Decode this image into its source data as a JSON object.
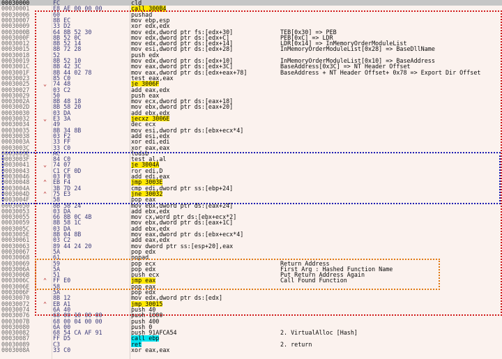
{
  "rows": [
    {
      "addr": "00030000",
      "arrow": "",
      "bytes": "FC",
      "instr": "cld",
      "cmt": ""
    },
    {
      "addr": "00030001",
      "arrow": "",
      "bytes": "E8 AE 00 00 00",
      "instr": "call 300B4",
      "cmt": ""
    },
    {
      "addr": "00030006",
      "arrow": "",
      "bytes": "60",
      "instr": "pushad",
      "cmt": ""
    },
    {
      "addr": "00030007",
      "arrow": "",
      "bytes": "8B EC",
      "instr": "mov ebp,esp",
      "cmt": ""
    },
    {
      "addr": "00030009",
      "arrow": "",
      "bytes": "33 D2",
      "instr": "xor edx,edx",
      "cmt": ""
    },
    {
      "addr": "0003000B",
      "arrow": "",
      "bytes": "64 8B 52 30",
      "instr": "mov edx,dword ptr fs:[edx+30]",
      "cmt": "TEB[0x30] => PEB"
    },
    {
      "addr": "0003000F",
      "arrow": "",
      "bytes": "8B 52 0C",
      "instr": "mov edx,dword ptr ds:[edx+C]",
      "cmt": "PEB[0xC] => LDR"
    },
    {
      "addr": "00030012",
      "arrow": "",
      "bytes": "8B 52 14",
      "instr": "mov edx,dword ptr ds:[edx+14]",
      "cmt": "LDR[0x14] => InMemoryOrderModuleList"
    },
    {
      "addr": "00030015",
      "arrow": "",
      "bytes": "8B 72 28",
      "instr": "mov esi,dword ptr ds:[edx+28]",
      "cmt": "InMemoryOrderModuleList[0x28] => BaseDllName"
    },
    {
      "addr": "00030018",
      "arrow": "",
      "bytes": "52",
      "instr": "push edx",
      "cmt": ""
    },
    {
      "addr": "00030019",
      "arrow": "",
      "bytes": "8B 52 10",
      "instr": "mov edx,dword ptr ds:[edx+10]",
      "cmt": "InMemoryOrderModuleList[0x10] => BaseAddress"
    },
    {
      "addr": "0003001C",
      "arrow": "",
      "bytes": "8B 42 3C",
      "instr": "mov eax,dword ptr ds:[edx+3C]",
      "cmt": "BaseAddress[0x3C] => NT Header Offset"
    },
    {
      "addr": "0003001F",
      "arrow": "",
      "bytes": "8B 44 02 78",
      "instr": "mov eax,dword ptr ds:[edx+eax+78]",
      "cmt": "BaseAddress + NT Header Offset+ 0x78 => Export Dir Offset"
    },
    {
      "addr": "00030023",
      "arrow": "",
      "bytes": "85 C0",
      "instr": "test eax,eax",
      "cmt": ""
    },
    {
      "addr": "00030025",
      "arrow": "v",
      "bytes": "74 48",
      "instr": "je 3006F",
      "cmt": ""
    },
    {
      "addr": "00030027",
      "arrow": "",
      "bytes": "03 C2",
      "instr": "add eax,edx",
      "cmt": ""
    },
    {
      "addr": "00030029",
      "arrow": "",
      "bytes": "50",
      "instr": "push eax",
      "cmt": ""
    },
    {
      "addr": "0003002A",
      "arrow": "",
      "bytes": "8B 48 18",
      "instr": "mov ecx,dword ptr ds:[eax+18]",
      "cmt": ""
    },
    {
      "addr": "0003002D",
      "arrow": "",
      "bytes": "8B 58 20",
      "instr": "mov ebx,dword ptr ds:[eax+20]",
      "cmt": ""
    },
    {
      "addr": "00030030",
      "arrow": "",
      "bytes": "03 DA",
      "instr": "add ebx,edx",
      "cmt": ""
    },
    {
      "addr": "00030032",
      "arrow": "v",
      "bytes": "E3 3A",
      "instr": "jecxz 3006E",
      "cmt": ""
    },
    {
      "addr": "00030034",
      "arrow": "",
      "bytes": "49",
      "instr": "dec ecx",
      "cmt": ""
    },
    {
      "addr": "00030035",
      "arrow": "",
      "bytes": "8B 34 8B",
      "instr": "mov esi,dword ptr ds:[ebx+ecx*4]",
      "cmt": ""
    },
    {
      "addr": "00030038",
      "arrow": "",
      "bytes": "03 F2",
      "instr": "add esi,edx",
      "cmt": ""
    },
    {
      "addr": "0003003A",
      "arrow": "",
      "bytes": "33 FF",
      "instr": "xor edi,edi",
      "cmt": ""
    },
    {
      "addr": "0003003C",
      "arrow": "",
      "bytes": "33 C0",
      "instr": "xor eax,eax",
      "cmt": ""
    },
    {
      "addr": "0003003E",
      "arrow": "",
      "bytes": "AC",
      "instr": "lodsb",
      "cmt": ""
    },
    {
      "addr": "0003003F",
      "arrow": "",
      "bytes": "84 C0",
      "instr": "test al,al",
      "cmt": ""
    },
    {
      "addr": "00030041",
      "arrow": "v",
      "bytes": "74 07",
      "instr": "je 3004A",
      "cmt": ""
    },
    {
      "addr": "00030043",
      "arrow": "",
      "bytes": "C1 CF 0D",
      "instr": "ror edi,D",
      "cmt": ""
    },
    {
      "addr": "00030046",
      "arrow": "",
      "bytes": "03 F8",
      "instr": "add edi,eax",
      "cmt": ""
    },
    {
      "addr": "00030048",
      "arrow": "^",
      "bytes": "EB F4",
      "instr": "jmp 3003E",
      "cmt": ""
    },
    {
      "addr": "0003004A",
      "arrow": "",
      "bytes": "3B 7D 24",
      "instr": "cmp edi,dword ptr ss:[ebp+24]",
      "cmt": ""
    },
    {
      "addr": "0003004D",
      "arrow": "^",
      "bytes": "75 E3",
      "instr": "jne 30032",
      "cmt": ""
    },
    {
      "addr": "0003004F",
      "arrow": "",
      "bytes": "58",
      "instr": "pop eax",
      "cmt": ""
    },
    {
      "addr": "00030050",
      "arrow": "",
      "bytes": "8B 58 24",
      "instr": "mov ebx,dword ptr ds:[eax+24]",
      "cmt": ""
    },
    {
      "addr": "00030053",
      "arrow": "",
      "bytes": "03 DA",
      "instr": "add ebx,edx",
      "cmt": ""
    },
    {
      "addr": "00030055",
      "arrow": "",
      "bytes": "66 8B 0C 4B",
      "instr": "mov cx,word ptr ds:[ebx+ecx*2]",
      "cmt": ""
    },
    {
      "addr": "00030059",
      "arrow": "",
      "bytes": "8B 58 1C",
      "instr": "mov ebx,dword ptr ds:[eax+1C]",
      "cmt": ""
    },
    {
      "addr": "0003005C",
      "arrow": "",
      "bytes": "03 DA",
      "instr": "add ebx,edx",
      "cmt": ""
    },
    {
      "addr": "0003005E",
      "arrow": "",
      "bytes": "8B 04 8B",
      "instr": "mov eax,dword ptr ds:[ebx+ecx*4]",
      "cmt": ""
    },
    {
      "addr": "00030061",
      "arrow": "",
      "bytes": "03 C2",
      "instr": "add eax,edx",
      "cmt": ""
    },
    {
      "addr": "00030063",
      "arrow": "",
      "bytes": "89 44 24 20",
      "instr": "mov dword ptr ss:[esp+20],eax",
      "cmt": ""
    },
    {
      "addr": "00030067",
      "arrow": "",
      "bytes": "5A",
      "instr": "pop edx",
      "cmt": ""
    },
    {
      "addr": "00030068",
      "arrow": "",
      "bytes": "61",
      "instr": "popad",
      "cmt": ""
    },
    {
      "addr": "00030069",
      "arrow": "",
      "bytes": "59",
      "instr": "pop ecx",
      "cmt": "Return Address"
    },
    {
      "addr": "0003006A",
      "arrow": "",
      "bytes": "5A",
      "instr": "pop edx",
      "cmt": "First Arg : Hashed Function Name"
    },
    {
      "addr": "0003006B",
      "arrow": "",
      "bytes": "51",
      "instr": "push ecx",
      "cmt": "Put Return Address Again"
    },
    {
      "addr": "0003006C",
      "arrow": "^",
      "bytes": "FF E0",
      "instr": "jmp eax",
      "cmt": "Call Found Function"
    },
    {
      "addr": "0003006E",
      "arrow": "",
      "bytes": "58",
      "instr": "pop eax",
      "cmt": ""
    },
    {
      "addr": "0003006F",
      "arrow": "",
      "bytes": "5A",
      "instr": "pop edx",
      "cmt": ""
    },
    {
      "addr": "00030070",
      "arrow": "",
      "bytes": "8B 12",
      "instr": "mov edx,dword ptr ds:[edx]",
      "cmt": ""
    },
    {
      "addr": "00030072",
      "arrow": "^",
      "bytes": "EB A1",
      "instr": "jmp 30015",
      "cmt": ""
    },
    {
      "addr": "00030074",
      "arrow": "",
      "bytes": "6A 40",
      "instr": "push 40",
      "cmt": ""
    },
    {
      "addr": "00030076",
      "arrow": "",
      "bytes": "68 00 10 00 00",
      "instr": "push 1000",
      "cmt": ""
    },
    {
      "addr": "0003007B",
      "arrow": "",
      "bytes": "68 00 04 00 00",
      "instr": "push 400",
      "cmt": ""
    },
    {
      "addr": "00030080",
      "arrow": "",
      "bytes": "6A 00",
      "instr": "push 0",
      "cmt": ""
    },
    {
      "addr": "00030082",
      "arrow": "",
      "bytes": "68 54 CA AF 91",
      "instr": "push 91AFCA54",
      "cmt": "2. VirtualAlloc [Hash]"
    },
    {
      "addr": "00030087",
      "arrow": "",
      "bytes": "FF D5",
      "instr": "call ebp",
      "cmt": ""
    },
    {
      "addr": "00030089",
      "arrow": "",
      "bytes": "C3",
      "instr": "ret",
      "cmt": "2. return"
    },
    {
      "addr": "0003008A",
      "arrow": "",
      "bytes": "33 C0",
      "instr": "xor eax,eax",
      "cmt": ""
    }
  ],
  "highlights": {
    "yellow": [
      "call 300B4",
      "je 3006F",
      "jecxz 3006E",
      "je 3004A",
      "jmp 3003E",
      "jne 30032",
      "jmp eax",
      "jmp 30015"
    ],
    "cyan": [
      "call ebp",
      "ret"
    ]
  },
  "colors": {
    "background": "#fbf2ee",
    "selected_row": "#c6c6c6",
    "red_box": "#d01818",
    "blue_box": "#1a1ab0",
    "orange_box": "#e07810",
    "jump_highlight": "#ffe800",
    "call_highlight": "#00e4f0"
  }
}
